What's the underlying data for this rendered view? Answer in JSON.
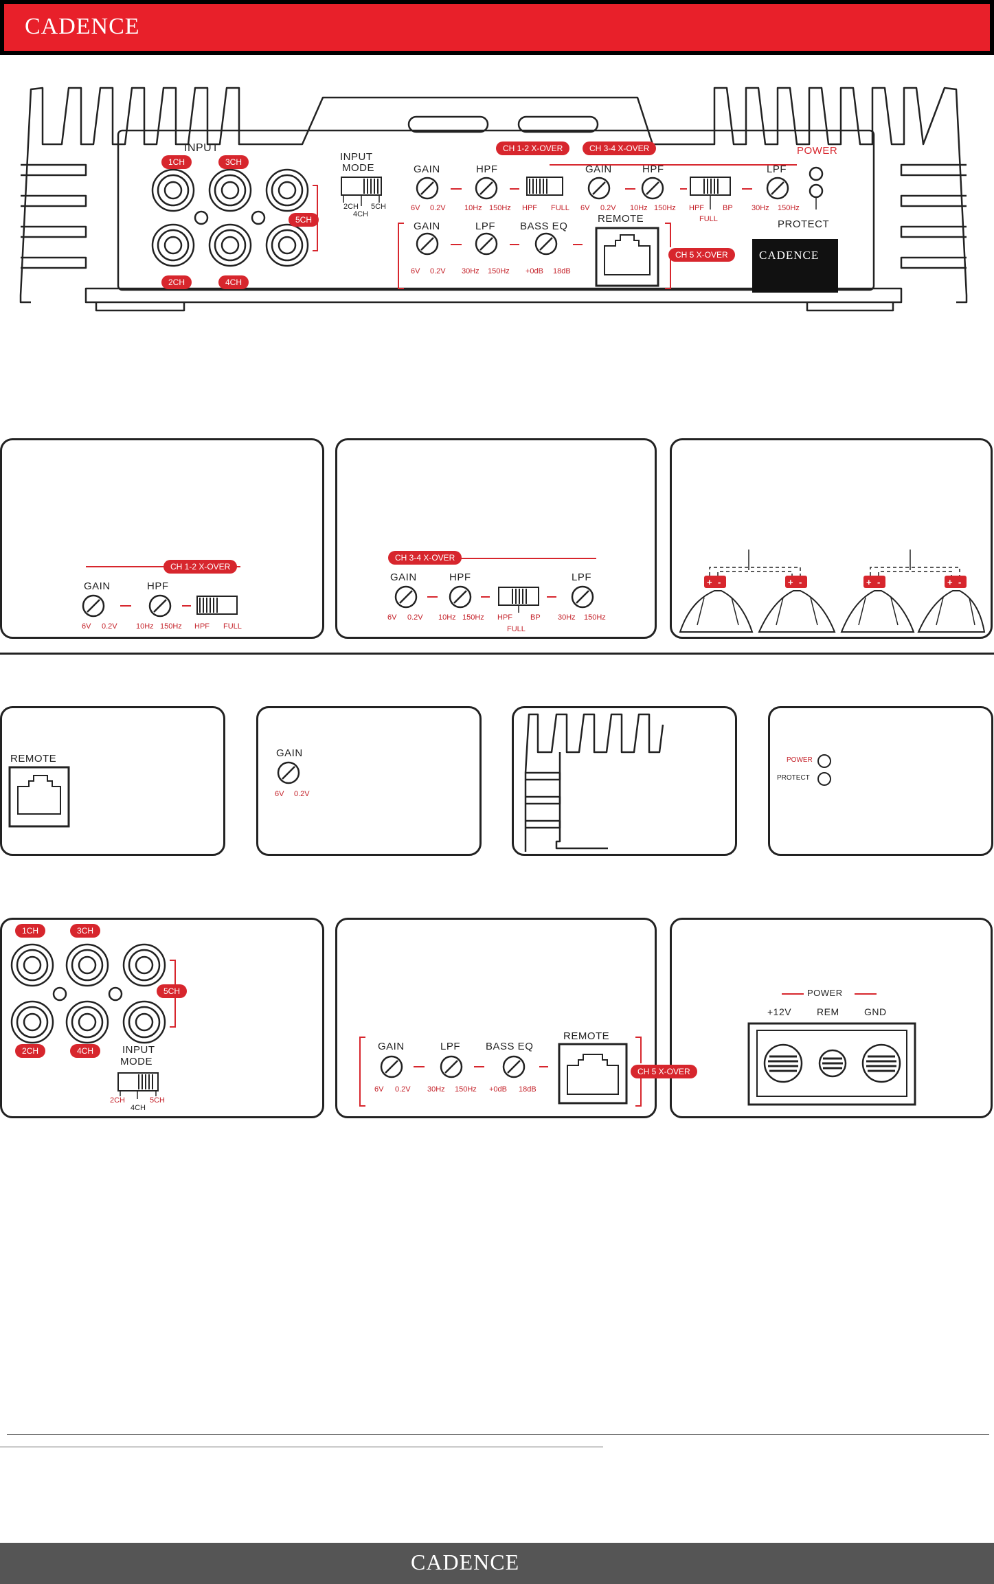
{
  "brand": {
    "name": "CADENCE"
  },
  "colors": {
    "accent": "#e8202a",
    "footer": "#555555",
    "ink": "#222222"
  },
  "panel": {
    "input_title": "INPUT",
    "channels": [
      "1CH",
      "3CH",
      "5CH",
      "2CH",
      "4CH"
    ],
    "input_mode": {
      "title_1": "INPUT",
      "title_2": "MODE",
      "opt_2": "2CH",
      "opt_4": "4CH",
      "opt_5": "5CH"
    },
    "ch12": "CH 1-2 X-OVER",
    "ch34": "CH 3-4 X-OVER",
    "ch5": "CH 5 X-OVER",
    "gain": "GAIN",
    "hpf": "HPF",
    "lpf": "LPF",
    "bass_eq": "BASS EQ",
    "remote": "REMOTE",
    "power": "POWER",
    "protect": "PROTECT",
    "gain_min": "6V",
    "gain_max": "0.2V",
    "hpf_min": "10Hz",
    "hpf_max": "150Hz",
    "lpf_min": "30Hz",
    "lpf_max": "150Hz",
    "eq_min": "+0dB",
    "eq_max": "18dB",
    "sw_hpf": "HPF",
    "sw_full": "FULL",
    "sw_bp": "BP"
  },
  "terminals": {
    "title": "POWER",
    "pos": "+12V",
    "rem": "REM",
    "gnd": "GND"
  },
  "speaker_terminals": {
    "plus": "+",
    "minus": "-"
  }
}
